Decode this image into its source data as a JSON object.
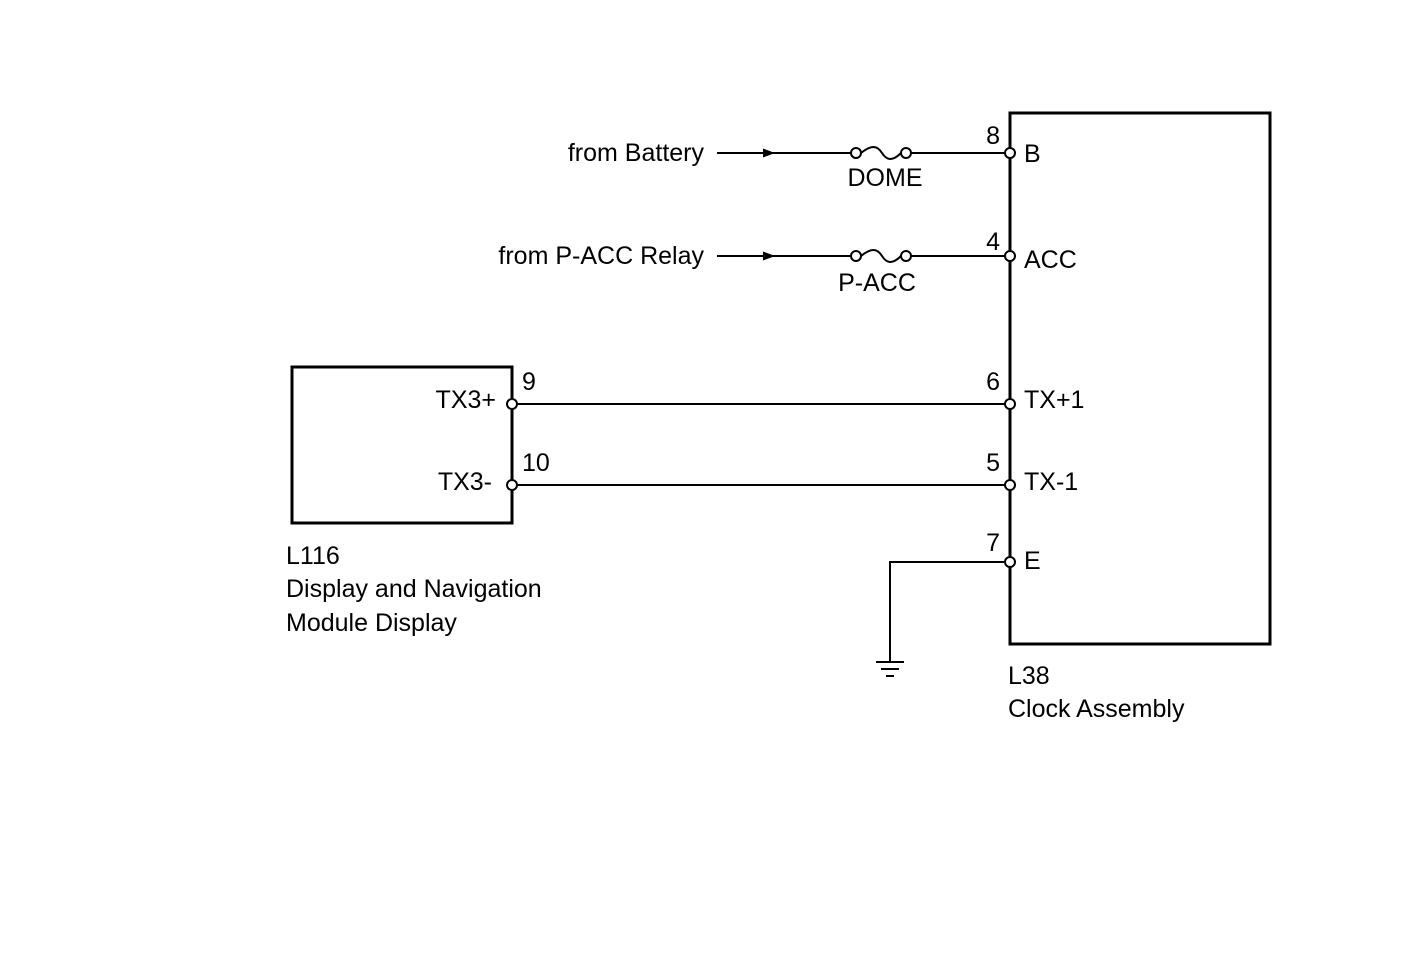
{
  "sources": {
    "battery": "from Battery",
    "pacc_relay": "from P-ACC Relay"
  },
  "fuses": {
    "dome": "DOME",
    "pacc": "P-ACC"
  },
  "clock_assembly": {
    "code": "L38",
    "name": "Clock Assembly",
    "pins": [
      {
        "num": "8",
        "label": "B"
      },
      {
        "num": "4",
        "label": "ACC"
      },
      {
        "num": "6",
        "label": "TX+1"
      },
      {
        "num": "5",
        "label": "TX-1"
      },
      {
        "num": "7",
        "label": "E"
      }
    ]
  },
  "display_module": {
    "code": "L116",
    "name_line1": "Display and Navigation",
    "name_line2": "Module Display",
    "pins": [
      {
        "num": "9",
        "label": "TX3+"
      },
      {
        "num": "10",
        "label": "TX3-"
      }
    ]
  },
  "colors": {
    "line": "#000000",
    "background": "#ffffff"
  }
}
